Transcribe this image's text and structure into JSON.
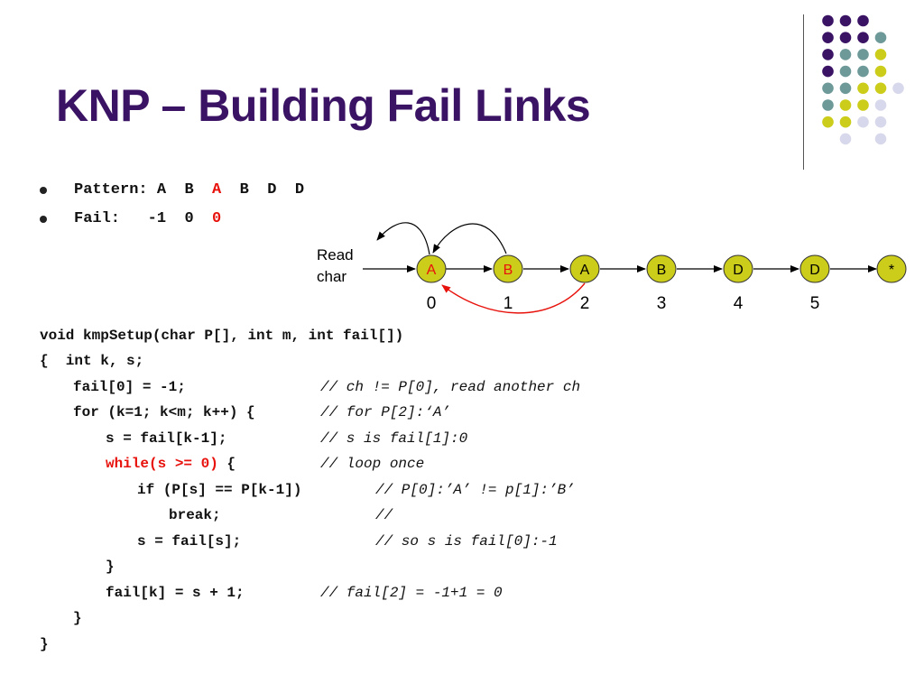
{
  "slide": {
    "title": "KNP – Building Fail Links"
  },
  "bullets": {
    "pattern_label": "Pattern:",
    "pattern_values": [
      "A",
      "B",
      "A",
      "B",
      "D",
      "D"
    ],
    "fail_label": "Fail:",
    "fail_values": [
      "-1",
      "0",
      "0"
    ]
  },
  "diagram": {
    "read_char_line1": "Read",
    "read_char_line2": "char",
    "nodes": [
      {
        "label": "A",
        "index": "0"
      },
      {
        "label": "B",
        "index": "1"
      },
      {
        "label": "A",
        "index": "2"
      },
      {
        "label": "B",
        "index": "3"
      },
      {
        "label": "D",
        "index": "4"
      },
      {
        "label": "D",
        "index": "5"
      },
      {
        "label": "*",
        "index": ""
      }
    ]
  },
  "code": {
    "line1": "void kmpSetup(char P[], int m, int fail[])",
    "line2": "{  int k, s;",
    "line3": "fail[0] = -1;",
    "line3_comment": "// ch != P[0], read another ch",
    "line4": "for (k=1; k<m; k++) {",
    "line4_comment": "// for P[2]:‘A’",
    "line5": "s = fail[k-1];",
    "line5_comment": "// s is fail[1]:0",
    "line6_red": "while(s >= 0)",
    "line6_black": " {",
    "line6_comment": "// loop once",
    "line7": "if (P[s] == P[k-1])",
    "line7_comment": "// P[0]:’A’ != p[1]:’B’",
    "line8": "break;",
    "line8_comment": "//",
    "line9": "s = fail[s];",
    "line9_comment": "// so s is fail[0]:-1",
    "line10": "}",
    "line11": "fail[k] = s + 1;",
    "line11_comment": "// fail[2] = -1+1 = 0",
    "line12": "}",
    "line13": "}"
  },
  "colors": {
    "title": "#3b1364",
    "node_fill": "#cccc1a",
    "highlight_red": "#e8120c",
    "dot_purple": "#3b1364",
    "dot_teal": "#6e9999",
    "dot_yellow": "#cccc1a",
    "dot_lavender": "#d8d8ec"
  }
}
